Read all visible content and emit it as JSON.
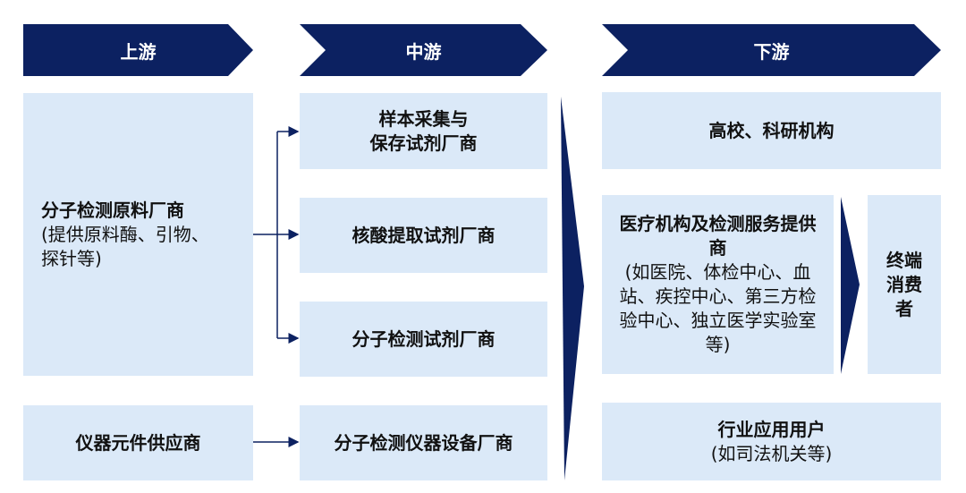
{
  "colors": {
    "navy": "#0c2161",
    "box": "#dbe9f8"
  },
  "headers": {
    "upstream": "上游",
    "midstream": "中游",
    "downstream": "下游"
  },
  "upstream": {
    "raw_material": {
      "title": "分子检测原料厂商",
      "note": "(提供原料酶、引物、探针等)"
    },
    "instrument_parts": "仪器元件供应商"
  },
  "midstream": {
    "sample": [
      "样本采集与",
      "保存试剂厂商"
    ],
    "extraction": "核酸提取试剂厂商",
    "reagent": "分子检测试剂厂商",
    "instrument": "分子检测仪器设备厂商"
  },
  "downstream": {
    "research": "高校、科研机构",
    "medical": {
      "title": "医疗机构及检测服务提供商",
      "note": "(如医院、体检中心、血站、疾控中心、第三方检验中心、独立医学实验室等)"
    },
    "consumer": "终端消费者",
    "industry": {
      "title": "行业应用用户",
      "note": "(如司法机关等)"
    }
  }
}
